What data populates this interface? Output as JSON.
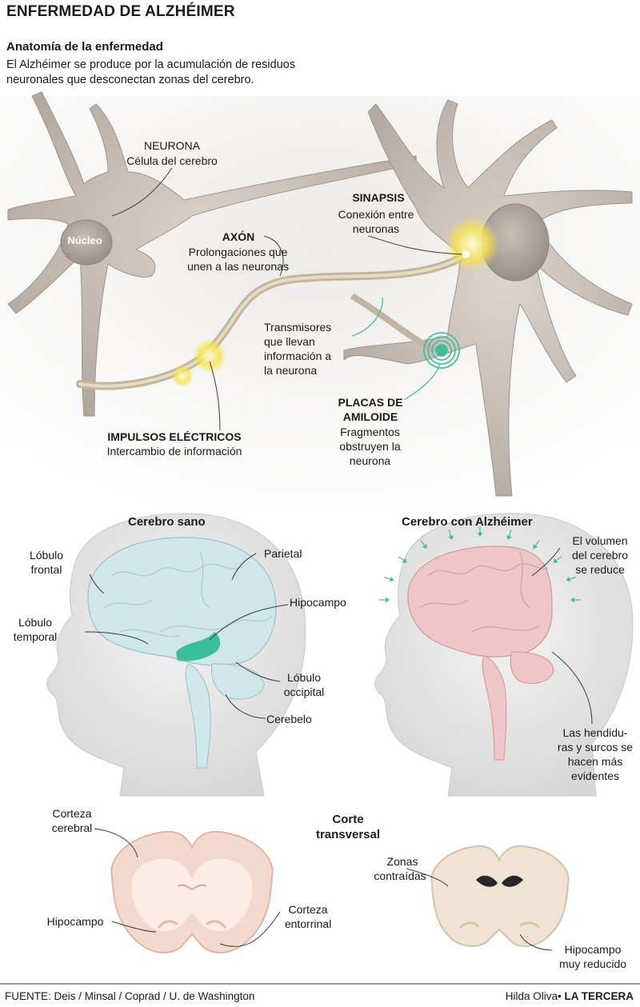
{
  "title": "ENFERMEDAD DE ALZHÉIMER",
  "subtitle": "Anatomía de la enfermedad",
  "intro": "El Alzhéimer se produce por la acumulación de residuos neuronales que desconectan zonas del cerebro.",
  "neuron": {
    "neurona_title": "NEURONA",
    "neurona_desc": "Célula del cerebro",
    "nucleo": "Núcleo",
    "axon_title": "AXÓN",
    "axon_desc_1": "Prolongaciones que",
    "axon_desc_2": "unen a las neuronas",
    "sinapsis_title": "SINAPSIS",
    "sinapsis_desc_1": "Conexión entre",
    "sinapsis_desc_2": "neuronas",
    "transmisores_1": "Transmisores",
    "transmisores_2": "que llevan",
    "transmisores_3": "información a",
    "transmisores_4": "la neurona",
    "impulsos_title": "IMPULSOS ELÉCTRICOS",
    "impulsos_desc": "Intercambio de información",
    "placas_title_1": "PLACAS DE",
    "placas_title_2": "AMILOIDE",
    "placas_desc_1": "Fragmentos",
    "placas_desc_2": "obstruyen la",
    "placas_desc_3": "neurona"
  },
  "healthy": {
    "header": "Cerebro sano",
    "frontal_1": "Lóbulo",
    "frontal_2": "frontal",
    "parietal": "Parietal",
    "hipocampo": "Hipocampo",
    "temporal_1": "Lóbulo",
    "temporal_2": "temporal",
    "occipital_1": "Lóbulo",
    "occipital_2": "occipital",
    "cerebelo": "Cerebelo"
  },
  "alz": {
    "header": "Cerebro con Alzhéimer",
    "volumen_1": "El volumen",
    "volumen_2": "del cerebro",
    "volumen_3": "se reduce",
    "hendiduras_1": "Las hendidu-",
    "hendiduras_2": "ras y surcos se",
    "hendiduras_3": "hacen más",
    "hendiduras_4": "evidentes"
  },
  "section": {
    "corte_1": "Corte",
    "corte_2": "transversal",
    "corteza_cerebral_1": "Corteza",
    "corteza_cerebral_2": "cerebral",
    "hipocampo": "Hipocampo",
    "corteza_entorrinal_1": "Corteza",
    "corteza_entorrinal_2": "entorrinal",
    "zonas_1": "Zonas",
    "zonas_2": "contraídas",
    "hipocampo_reducido_1": "Hipocampo",
    "hipocampo_reducido_2": "muy reducido"
  },
  "footer": {
    "source": "FUENTE: Deis / Minsal / Coprad / U. de Washington",
    "author": "Hilda Oliva",
    "brand": "LA TERCERA"
  },
  "colors": {
    "accent_teal": "#3bbf9a",
    "healthy_brain": "#cfe6ea",
    "alz_brain": "#efc6c8",
    "neuron": "#c9bfb6",
    "impulse": "#f2e04a"
  }
}
